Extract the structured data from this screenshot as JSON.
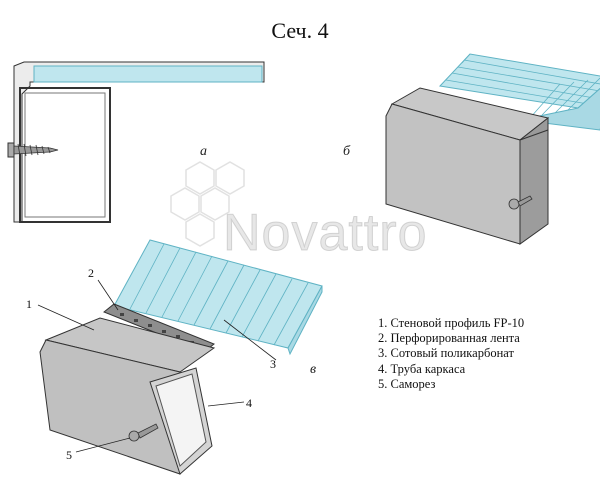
{
  "title": "Сеч. 4",
  "figure_labels": {
    "a": "а",
    "b": "б",
    "v": "в"
  },
  "callouts": [
    "1",
    "2",
    "3",
    "4",
    "5"
  ],
  "legend": [
    "1. Стеновой профиль FP-10",
    "2. Перфорированная лента",
    "3. Сотовый поликарбонат",
    "4. Труба каркаса",
    "5. Саморез"
  ],
  "watermark": "Novattro",
  "colors": {
    "polycarbonate": "#bfe6ee",
    "polycarbonate_edge": "#5fb3c4",
    "metal_light": "#dcdcdc",
    "metal_mid": "#b9b9b9",
    "metal_dark": "#8e8e8e",
    "outline": "#333333"
  }
}
